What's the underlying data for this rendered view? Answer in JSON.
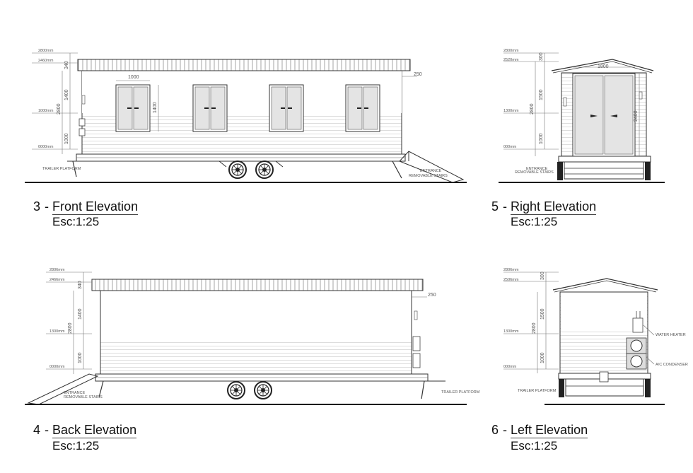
{
  "views": [
    {
      "number": "3",
      "title": "Front Elevation",
      "scale": "Esc:1:25",
      "dims": {
        "level_top": "2800mm",
        "level_eave": "2460mm",
        "level_window": "1000mm",
        "level_floor": "0000mm",
        "roof": "340",
        "upper": "1400",
        "total": "2800",
        "lower": "1000",
        "window_width": "1000",
        "window_height": "1400",
        "overhang": "250"
      },
      "labels": {
        "trailer": "TRAILER PLATFORM",
        "stairs_1": "ENTRANCE",
        "stairs_2": "REMOVABLE STAIRS"
      }
    },
    {
      "number": "5",
      "title": "Right Elevation",
      "scale": "Esc:1:25",
      "dims": {
        "level_top": "2800mm",
        "level_eave": "2520mm",
        "level_window": "1300mm",
        "level_floor": "000mm",
        "roof": "300",
        "upper": "1500",
        "total": "2800",
        "lower": "1000",
        "door_width": "1800",
        "door_height": "2400"
      },
      "labels": {
        "stairs_1": "ENTRANCE",
        "stairs_2": "REMOVABLE STAIRS"
      }
    },
    {
      "number": "4",
      "title": "Back Elevation",
      "scale": "Esc:1:25",
      "dims": {
        "level_top": "2806mm",
        "level_eave": "2466mm",
        "level_window": "1300mm",
        "level_floor": "0000mm",
        "roof": "340",
        "upper": "1400",
        "total": "2800",
        "lower": "1000",
        "overhang": "250"
      },
      "labels": {
        "trailer": "TRAILER PLATFORM",
        "stairs_1": "ENTRANCE",
        "stairs_2": "REMOVABLE STAIRS"
      }
    },
    {
      "number": "6",
      "title": "Left Elevation",
      "scale": "Esc:1:25",
      "dims": {
        "level_top": "2806mm",
        "level_eave": "2506mm",
        "level_window": "1300mm",
        "level_floor": "000mm",
        "roof": "300",
        "upper": "1500",
        "total": "2800",
        "lower": "1000"
      },
      "labels": {
        "trailer": "TRAILER PLATFORM",
        "water_heater": "WATER HEATER",
        "ac": "A/C CONDENSER"
      }
    }
  ],
  "colors": {
    "line": "#333333",
    "thin": "#888888",
    "ground": "#111111",
    "fill": "#e4e4e4"
  }
}
